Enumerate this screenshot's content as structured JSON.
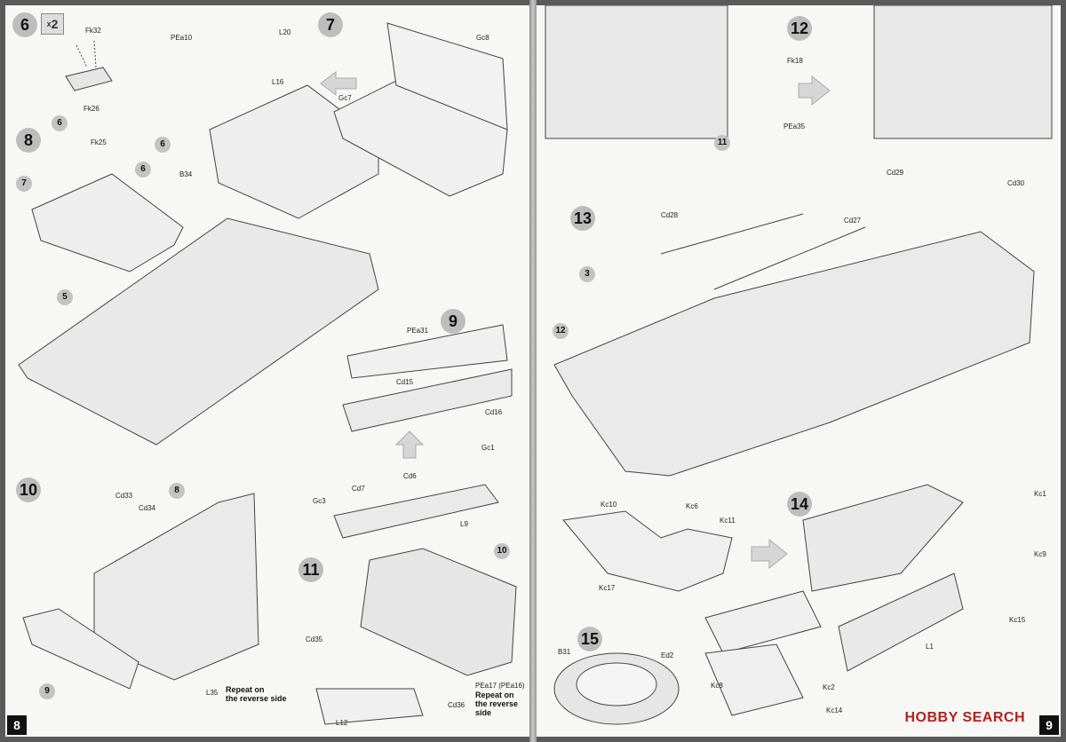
{
  "left_page": {
    "page_number": "8",
    "steps": [
      "6",
      "7",
      "8",
      "9",
      "10",
      "11"
    ],
    "quantity": "2",
    "quantity_prefix": "x",
    "parts": {
      "fk32": "Fk32",
      "fk26": "Fk26",
      "pea10": "PEa10",
      "l20": "L20",
      "l16": "L16",
      "gc8": "Gc8",
      "gc7": "Gc7",
      "fk25": "Fk25",
      "b34": "B34",
      "pea31": "PEa31",
      "cd15": "Cd15",
      "cd16": "Cd16",
      "gc1": "Gc1",
      "cd7": "Cd7",
      "cd6": "Cd6",
      "gc3": "Gc3",
      "l9": "L9",
      "cd33": "Cd33",
      "cd34": "Cd34",
      "cd35": "Cd35",
      "cd36": "Cd36",
      "l12": "L12",
      "l35": "L35",
      "pea17": "PEa17 (PEa16)"
    },
    "callouts": [
      "6",
      "6",
      "6",
      "7",
      "5",
      "8",
      "9",
      "10"
    ],
    "note_l35": [
      "Repeat on",
      "the reverse side"
    ],
    "note_pea17": [
      "Repeat on",
      "the reverse",
      "side"
    ]
  },
  "right_page": {
    "page_number": "9",
    "steps": [
      "12",
      "13",
      "14",
      "15"
    ],
    "parts": {
      "fk18": "Fk18",
      "pea35": "PEa35",
      "cd29": "Cd29",
      "cd30": "Cd30",
      "cd28": "Cd28",
      "cd27": "Cd27",
      "kc10": "Kc10",
      "kc6": "Kc6",
      "kc11": "Kc11",
      "kc17": "Kc17",
      "kc1": "Kc1",
      "kc9": "Kc9",
      "kc15": "Kc15",
      "l1": "L1",
      "kc8": "Kc8",
      "kc2": "Kc2",
      "kc14": "Kc14",
      "b31": "B31",
      "ed2": "Ed2"
    },
    "callouts": [
      "11",
      "3",
      "12"
    ]
  },
  "watermark": {
    "brand": "HOBBY SEARCH"
  }
}
